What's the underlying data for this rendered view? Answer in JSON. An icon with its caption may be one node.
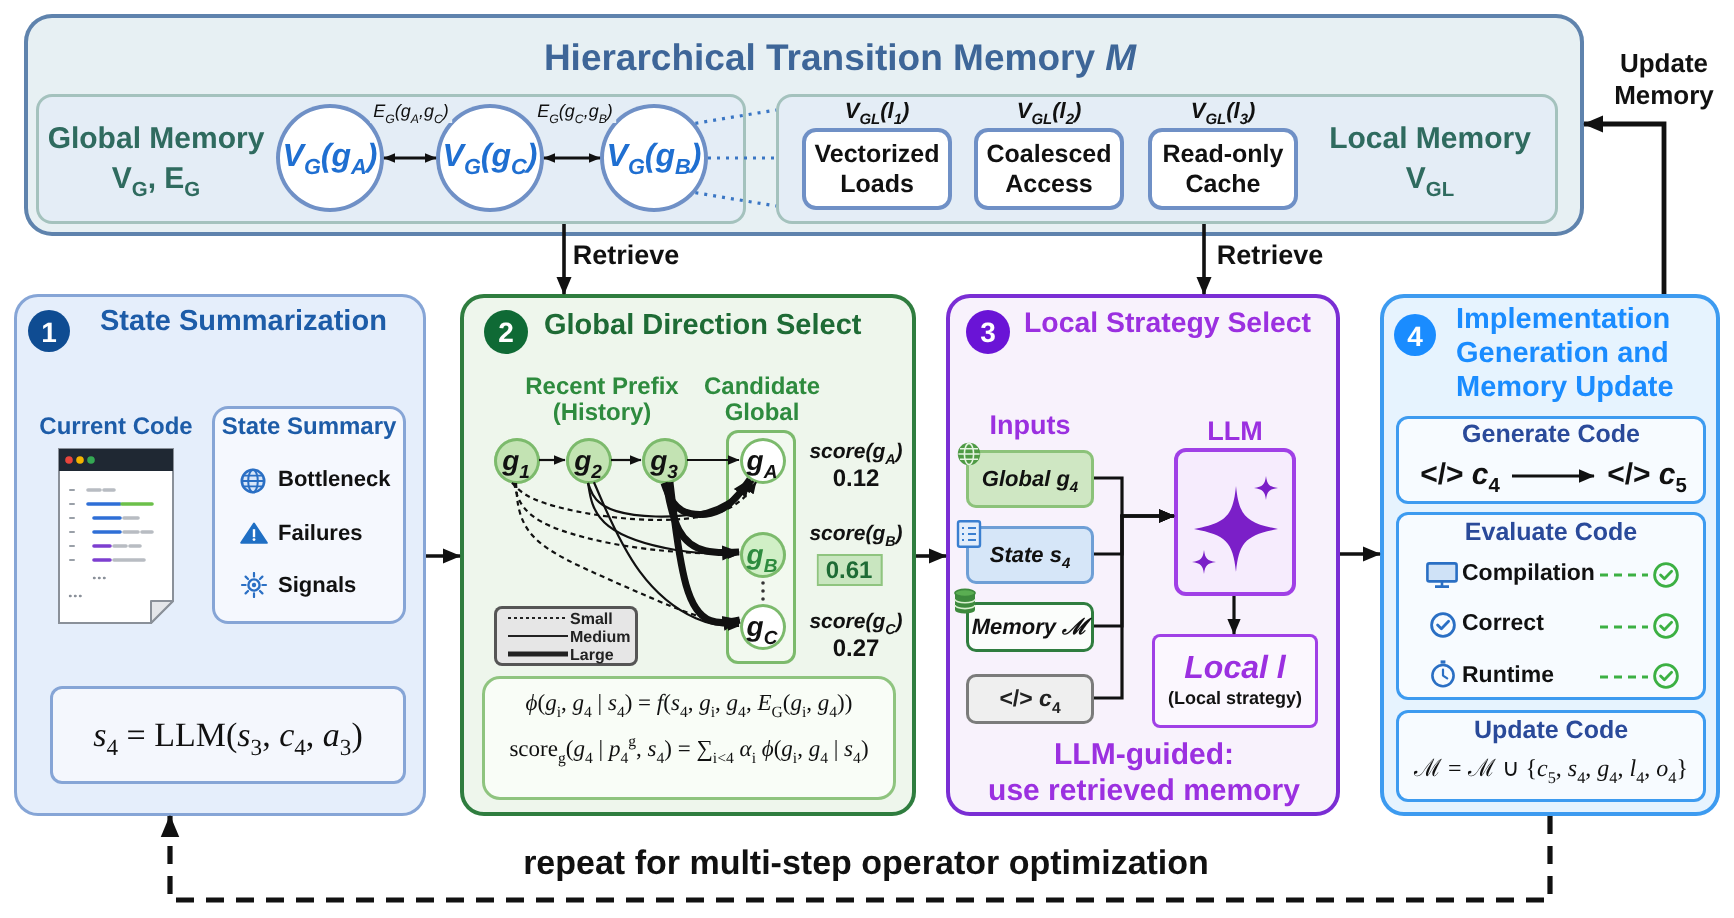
{
  "diagram": {
    "nodes": [
      {
        "text": [
          "Hierarchical Transition Memory *M*"
        ]
      },
      {
        "text": [
          "Global Memory V$_{G}$, E$_{G}$"
        ],
        "in": 0
      },
      {
        "text": [
          "V$_{G}$(g$_{A}$)"
        ],
        "in": 1
      },
      {
        "text": [
          "V$_{G}$(g$_{C}$)"
        ],
        "in": 1
      },
      {
        "text": [
          "V$_{G}$(g$_{B}$)"
        ],
        "in": 1
      },
      {
        "text": [
          "Local Memory V$_{GL}$"
        ],
        "in": 0
      },
      {
        "text": [
          "Vectorized Loads"
        ],
        "beside": [
          "V$_{GL}$(l$_{1}$)"
        ],
        "in": 5
      },
      {
        "text": [
          "Coalesced Access"
        ],
        "beside": [
          "V$_{GL}$(l$_{2}$)"
        ],
        "in": 5
      },
      {
        "text": [
          "Read-only Cache"
        ],
        "beside": [
          "V$_{GL}$(l$_{3}$)"
        ],
        "in": 5
      },
      {
        "text": [
          "State Summarization",
          "Current Code"
        ]
      },
      {
        "text": [
          "1"
        ],
        "in": 9
      },
      {
        "text": [
          "State Summary",
          "Bottleneck",
          "Failures",
          "Signals"
        ],
        "in": 9
      },
      {
        "text": [
          "*s*$_{4}$ = LLM(*s*$_{3}$, *c*$_{4}$, *a*$_{3}$)"
        ],
        "in": 9
      },
      {
        "text": [
          "Global Direction Select",
          "Recent Prefix (History)"
        ]
      },
      {
        "text": [
          "2"
        ],
        "in": 13
      },
      {
        "text": [],
        "shape": "box",
        "beside": [
          "Candidate Global"
        ],
        "in": 13
      },
      {
        "text": [
          "g$_{1}$"
        ],
        "in": 13
      },
      {
        "text": [
          "g$_{2}$"
        ],
        "in": 13
      },
      {
        "text": [
          "g$_{3}$"
        ],
        "in": 13
      },
      {
        "text": [
          "g$_{A}$"
        ],
        "in": 15
      },
      {
        "text": [
          "g$_{B}$"
        ],
        "in": 15
      },
      {
        "text": [
          "g$_{C}$"
        ],
        "in": 15
      },
      {
        "text": [
          "*ϕ*(*g*$_{i}$, *g*$_{4}$ | *s*$_{4}$) = *f*(*s*$_{4}$, *g*$_{i}$, *g*$_{4}$, *E*$_{G}$(*g*$_{i}$, *g*$_{4}$))",
          "score$_{g}$(*g*$_{4}$ | *p*$_{4}$$^{g}$, *s*$_{4}$) = ∑$_{i<4}$ *α*$_{i}$ *ϕ*(*g*$_{i}$, *g*$_{4}$ | *s*$_{4}$)"
        ],
        "in": 13
      },
      {
        "text": [
          "Local Strategy Select",
          "Inputs",
          "LLM-guided: use retrieved memory"
        ]
      },
      {
        "text": [
          "3"
        ],
        "in": 23
      },
      {
        "text": [
          "Global g$_{4}$"
        ],
        "in": 23
      },
      {
        "text": [
          "State s$_{4}$"
        ],
        "in": 23
      },
      {
        "text": [
          "Memory ℳ"
        ],
        "in": 23
      },
      {
        "text": [
          "</> *c*$_{4}$"
        ],
        "in": 23
      },
      {
        "text": [],
        "shape": "box",
        "beside": [
          "LLM"
        ],
        "in": 23
      },
      {
        "text": [
          "Local l",
          "(Local strategy)"
        ],
        "in": 23
      },
      {
        "text": [
          "Implementation Generation and Memory Update"
        ]
      },
      {
        "text": [
          "4"
        ],
        "in": 31
      },
      {
        "text": [
          "Generate Code"
        ],
        "in": 31
      },
      {
        "text": [
          "</> *c*$_{4}$"
        ],
        "in": 33
      },
      {
        "text": [
          "</> *c*$_{5}$"
        ],
        "in": 33
      },
      {
        "text": [
          "Evaluate Code",
          "Compilation",
          "Correct",
          "Runtime"
        ],
        "in": 31
      },
      {
        "text": [
          "Update Code",
          "ℳ = ℳ ∪ {*c*$_{5}$, *s*$_{4}$, *g*$_{4}$, *l*$_{4}$, *o*$_{4}$}"
        ],
        "in": 31
      }
    ],
    "edges": [
      {
        "from": 2,
        "to": 3,
        "arrow": "both",
        "label": "E$_{G}$(g$_{A}$,g$_{C}$)"
      },
      {
        "from": 3,
        "to": 4,
        "arrow": "both",
        "label": "E$_{G}$(g$_{C}$,g$_{B}$)"
      },
      {
        "from": 4,
        "to": 5,
        "arrow": "none",
        "style": "dashed",
        "color": "#3a76c4"
      },
      {
        "from": 4,
        "to": 5,
        "arrow": "none",
        "style": "dashed",
        "color": "#3a76c4"
      },
      {
        "from": 4,
        "to": 5,
        "arrow": "none",
        "style": "dashed",
        "color": "#3a76c4"
      },
      {
        "from": 1,
        "to": 13,
        "arrow": "to",
        "label": "Retrieve"
      },
      {
        "from": 5,
        "to": 23,
        "arrow": "to",
        "label": "Retrieve"
      },
      {
        "from": 9,
        "to": 13,
        "arrow": "to"
      },
      {
        "from": 13,
        "to": 23,
        "arrow": "to"
      },
      {
        "from": 23,
        "to": 31,
        "arrow": "to"
      },
      {
        "from": 31,
        "to": 0,
        "arrow": "to",
        "label": "Update Memory"
      },
      {
        "from": 31,
        "to": 9,
        "arrow": "to",
        "style": "dashed",
        "label": "repeat for multi-step operator optimization"
      },
      {
        "from": 16,
        "to": 17,
        "arrow": "to"
      },
      {
        "from": 17,
        "to": 18,
        "arrow": "to"
      },
      {
        "from": 18,
        "to": 19,
        "arrow": "to"
      },
      {
        "from": 16,
        "to": 19,
        "arrow": "to",
        "style": "dashed"
      },
      {
        "from": 16,
        "to": 20,
        "arrow": "to",
        "style": "dashed"
      },
      {
        "from": 16,
        "to": 21,
        "arrow": "to",
        "style": "dashed"
      },
      {
        "from": 17,
        "to": 19,
        "arrow": "to"
      },
      {
        "from": 17,
        "to": 20,
        "arrow": "to"
      },
      {
        "from": 17,
        "to": 21,
        "arrow": "to"
      },
      {
        "from": 18,
        "to": 19,
        "arrow": "to",
        "style": "thick"
      },
      {
        "from": 18,
        "to": 20,
        "arrow": "to",
        "style": "thick"
      },
      {
        "from": 18,
        "to": 21,
        "arrow": "to",
        "style": "thick"
      },
      {
        "from": 25,
        "to": 29,
        "arrow": "to"
      },
      {
        "from": 26,
        "to": 29,
        "arrow": "to"
      },
      {
        "from": 27,
        "to": 29,
        "arrow": "to"
      },
      {
        "from": 28,
        "to": 29,
        "arrow": "to"
      },
      {
        "from": 29,
        "to": 30,
        "arrow": "to"
      },
      {
        "from": 34,
        "to": 35,
        "arrow": "to"
      }
    ],
    "labels": [
      "score(g$_{A}$)",
      "0.12",
      "score(g$_{B}$)",
      "0.61",
      "score(g$_{C}$)",
      "0.27"
    ],
    "legend": [
      {
        "text": "Small"
      },
      {
        "text": "Medium"
      },
      {
        "text": "Large"
      }
    ]
  }
}
